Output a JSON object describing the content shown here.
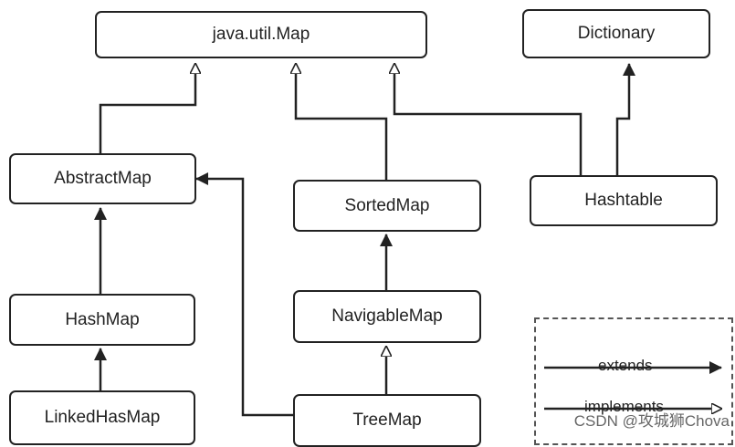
{
  "nodes": {
    "map": "java.util.Map",
    "dictionary": "Dictionary",
    "abstract_map": "AbstractMap",
    "sorted_map": "SortedMap",
    "hashtable": "Hashtable",
    "hash_map": "HashMap",
    "navigable_map": "NavigableMap",
    "linked_hash_map": "LinkedHasMap",
    "tree_map": "TreeMap"
  },
  "legend": {
    "extends_label": "extends",
    "implements_label": "implements"
  },
  "watermark": "CSDN @攻城狮Chova",
  "colors": {
    "line": "#222222",
    "box_border": "#222222",
    "legend_border": "#555555"
  }
}
